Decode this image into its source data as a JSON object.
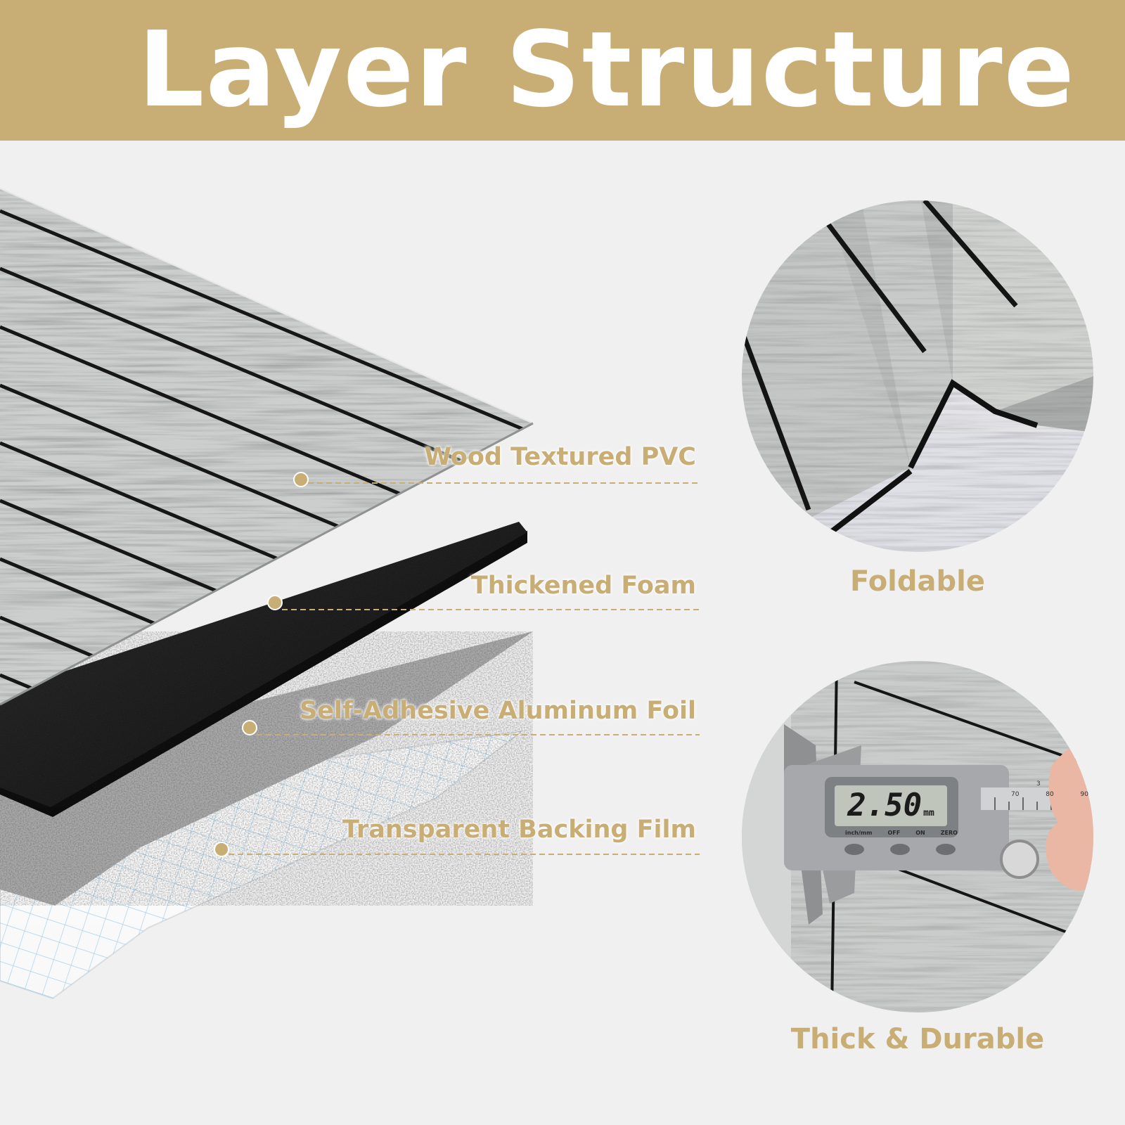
{
  "header": {
    "title": "Layer Structure"
  },
  "layers": [
    {
      "id": "pvc",
      "label": "Wood Textured PVC"
    },
    {
      "id": "foam",
      "label": "Thickened Foam"
    },
    {
      "id": "foil",
      "label": "Self-Adhesive Aluminum Foil"
    },
    {
      "id": "film",
      "label": "Transparent Backing Film"
    }
  ],
  "features": [
    {
      "id": "foldable",
      "caption": "Foldable"
    },
    {
      "id": "thick",
      "caption": "Thick & Durable"
    }
  ],
  "caliper": {
    "reading": "2.50",
    "unit": "mm",
    "buttons": [
      "inch/mm",
      "OFF",
      "ON",
      "ZERO"
    ],
    "scale_marks": [
      "70",
      "80",
      "90"
    ],
    "scale_index": "3"
  },
  "colors": {
    "accent": "#c8ae74",
    "background": "#f0f0f0",
    "foam": "#1e1e1e",
    "wood": "#c9ccca",
    "seam": "#151515"
  }
}
